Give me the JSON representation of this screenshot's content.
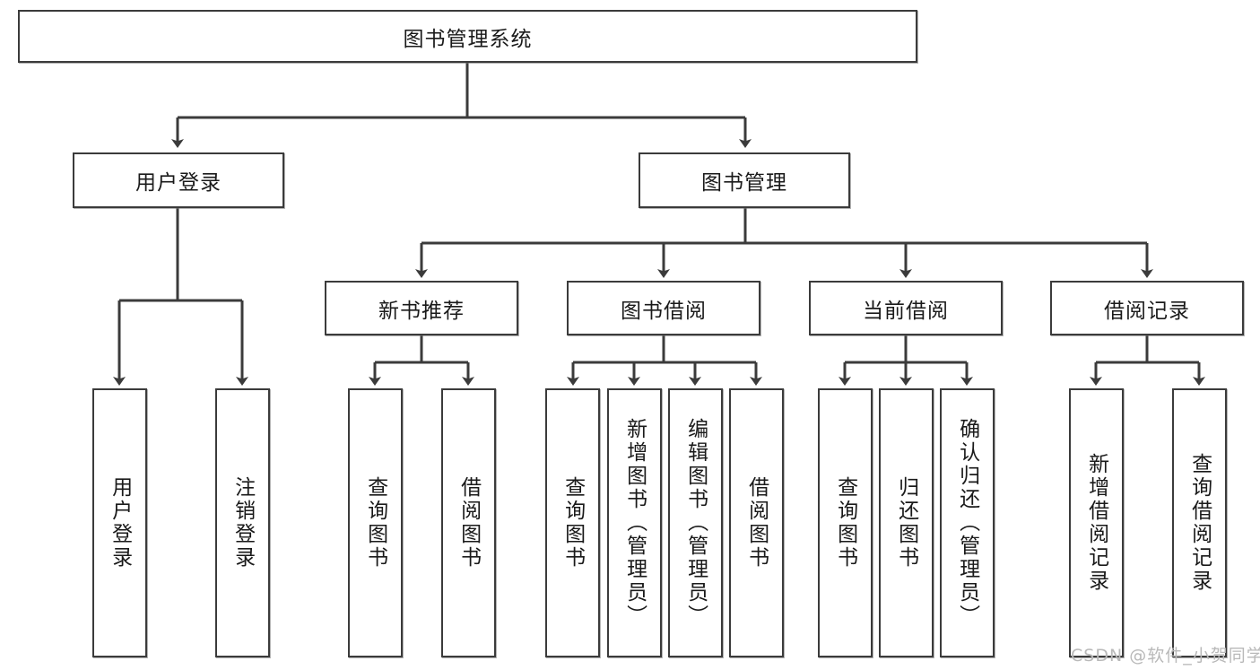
{
  "diagram": {
    "type": "tree",
    "title_node": {
      "id": "root",
      "label": "图书管理系统"
    },
    "level2": [
      {
        "id": "login",
        "label": "用户登录"
      },
      {
        "id": "bookmgmt",
        "label": "图书管理"
      }
    ],
    "level3": [
      {
        "id": "newbook",
        "label": "新书推荐",
        "parent": "bookmgmt"
      },
      {
        "id": "borrow",
        "label": "图书借阅",
        "parent": "bookmgmt"
      },
      {
        "id": "current",
        "label": "当前借阅",
        "parent": "bookmgmt"
      },
      {
        "id": "records",
        "label": "借阅记录",
        "parent": "bookmgmt"
      }
    ],
    "leaves": {
      "login": [
        {
          "id": "leaf-user-login",
          "label": "用户登录"
        },
        {
          "id": "leaf-user-logout",
          "label": "注销登录"
        }
      ],
      "newbook": [
        {
          "id": "leaf-query-book-1",
          "label": "查询图书"
        },
        {
          "id": "leaf-borrow-book-1",
          "label": "借阅图书"
        }
      ],
      "borrow": [
        {
          "id": "leaf-query-book-2",
          "label": "查询图书"
        },
        {
          "id": "leaf-add-book",
          "label": "新增图书（管理员）"
        },
        {
          "id": "leaf-edit-book",
          "label": "编辑图书（管理员）"
        },
        {
          "id": "leaf-borrow-book-2",
          "label": "借阅图书"
        }
      ],
      "current": [
        {
          "id": "leaf-query-book-3",
          "label": "查询图书"
        },
        {
          "id": "leaf-return-book",
          "label": "归还图书"
        },
        {
          "id": "leaf-confirm-return",
          "label": "确认归还（管理员）"
        }
      ],
      "records": [
        {
          "id": "leaf-add-record",
          "label": "新增借阅记录"
        },
        {
          "id": "leaf-query-record",
          "label": "查询借阅记录"
        }
      ]
    }
  },
  "watermark": {
    "text": "CSDN @软件_小贺同学"
  },
  "colors": {
    "stroke": "#3b3b3b",
    "fill": "#ffffff",
    "text": "#1a1a1a",
    "watermark": "#b9b9b9"
  }
}
